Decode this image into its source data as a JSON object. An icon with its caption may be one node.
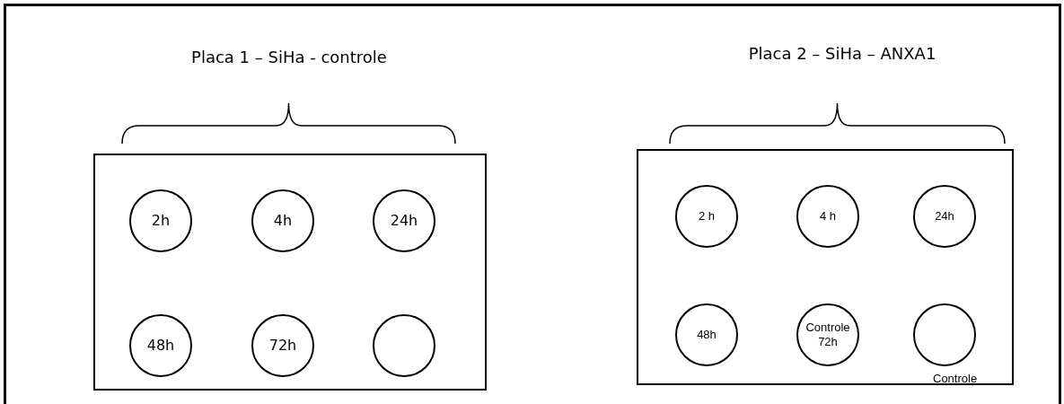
{
  "diagram": {
    "nodes": [
      {
        "text": [],
        "shape": "box"
      },
      {
        "text": [
          "2h"
        ],
        "in": 0
      },
      {
        "text": [
          "4h"
        ],
        "in": 0
      },
      {
        "text": [
          "24h"
        ],
        "in": 0
      },
      {
        "text": [
          "48h"
        ],
        "in": 0
      },
      {
        "text": [
          "72h"
        ],
        "in": 0
      },
      {
        "text": [],
        "shape": "circle",
        "in": 0
      },
      {
        "text": [],
        "shape": "box"
      },
      {
        "text": [
          "2 h"
        ],
        "in": 7
      },
      {
        "text": [
          "4 h"
        ],
        "in": 7
      },
      {
        "text": [
          "24h"
        ],
        "in": 7
      },
      {
        "text": [
          "48h"
        ],
        "in": 7
      },
      {
        "text": [
          "Controle",
          "72h"
        ],
        "in": 7
      },
      {
        "text": [],
        "shape": "circle",
        "in": 7,
        "beside": [
          "Controle"
        ]
      }
    ],
    "edges": [],
    "labels": [
      "Placa 1 – SiHa - controle",
      "Placa 2 – SiHa – ANXA1"
    ]
  }
}
